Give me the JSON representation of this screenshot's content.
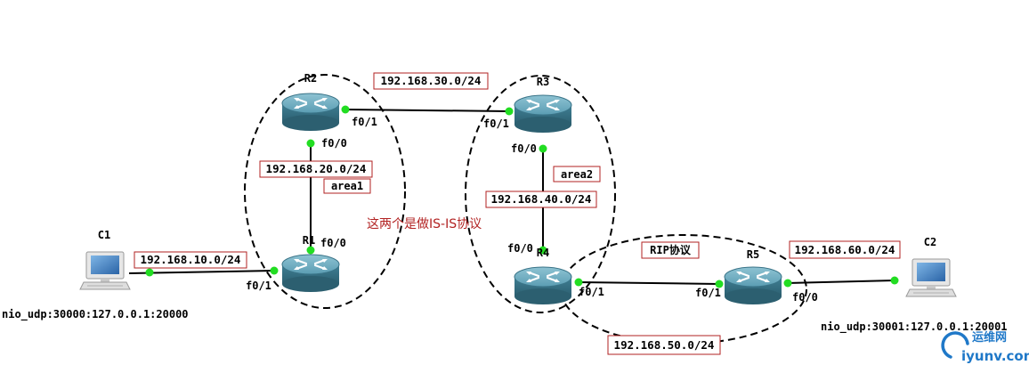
{
  "routers": {
    "r1": {
      "name": "R1"
    },
    "r2": {
      "name": "R2"
    },
    "r3": {
      "name": "R3"
    },
    "r4": {
      "name": "R4"
    },
    "r5": {
      "name": "R5"
    }
  },
  "pcs": {
    "c1": {
      "name": "C1",
      "nio": "nio_udp:30000:127.0.0.1:20000"
    },
    "c2": {
      "name": "C2",
      "nio": "nio_udp:30001:127.0.0.1:20001"
    }
  },
  "interfaces": {
    "r2_f01": "f0/1",
    "r2_f00": "f0/0",
    "r3_f01": "f0/1",
    "r3_f00": "f0/0",
    "r1_f00": "f0/0",
    "r1_f01": "f0/1",
    "r4_f00": "f0/0",
    "r4_f01": "f0/1",
    "r5_f01": "f0/1",
    "r5_f00": "f0/0"
  },
  "networks": {
    "n30": "192.168.30.0/24",
    "n20": "192.168.20.0/24",
    "n40": "192.168.40.0/24",
    "n10": "192.168.10.0/24",
    "n60": "192.168.60.0/24",
    "n50": "192.168.50.0/24"
  },
  "areas": {
    "area1": "area1",
    "area2": "area2",
    "rip": "RIP协议"
  },
  "annotation": "这两个是做IS-IS协议",
  "watermark": {
    "top": "运维网",
    "bottom": "iyunv.com"
  },
  "colors": {
    "link": "#000000",
    "port_dot": "#22dd22",
    "label_border": "#b22222",
    "annotation": "#b22222",
    "router_body": "#4a8a9e",
    "watermark": "#1f78c8"
  }
}
